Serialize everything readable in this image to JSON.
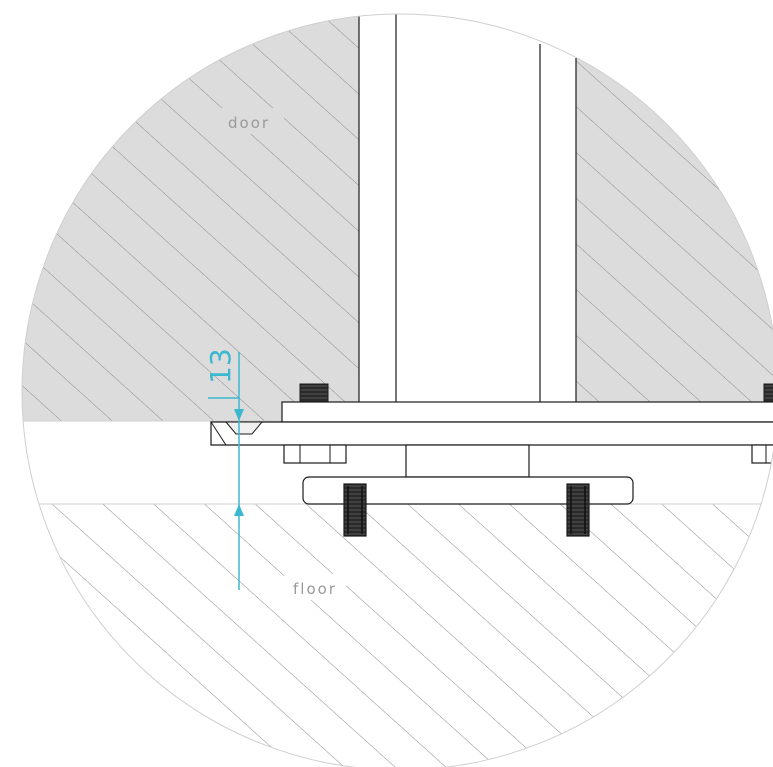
{
  "labels": {
    "door": "door",
    "floor": "floor",
    "dimension": "13"
  },
  "colors": {
    "door_fill": "#dcdcdc",
    "floor_fill": "#ffffff",
    "gap_fill": "#ffffff",
    "hatch": "#9a9a9a",
    "line": "#1a1a1a",
    "dimension": "#3ab8cf",
    "circle_edge": "#cfcfcf"
  }
}
